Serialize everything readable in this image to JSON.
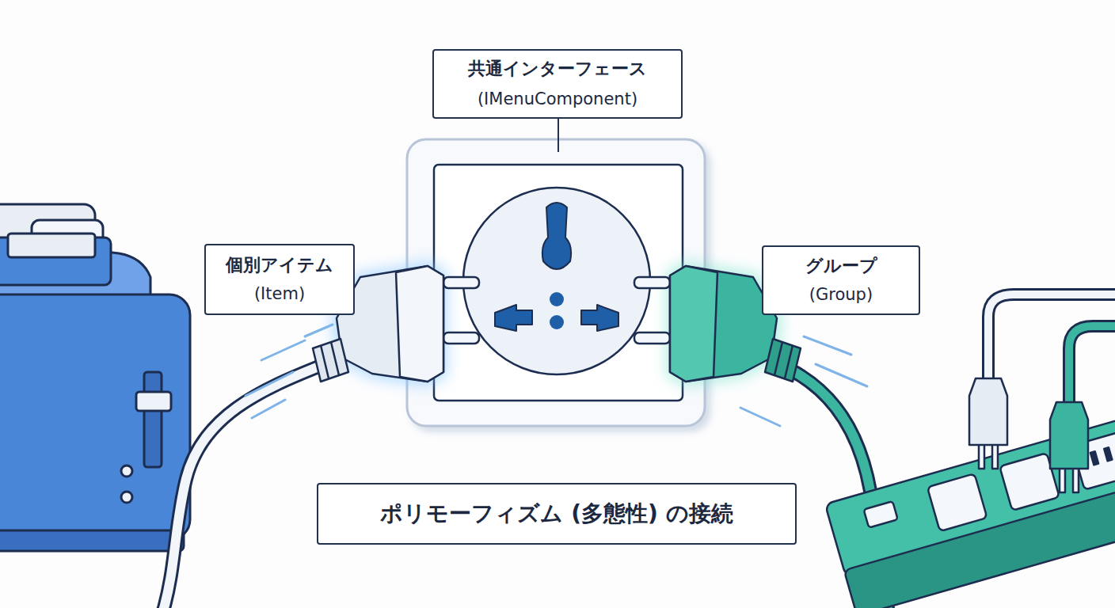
{
  "diagram": {
    "nodes": [
      {
        "text": [
          "共通インターフェース",
          "(IMenuComponent)"
        ]
      },
      {
        "text": [
          "個別アイテム",
          "(Item)"
        ]
      },
      {
        "text": [
          "グループ",
          "(Group)"
        ]
      },
      {
        "text": [
          "ポリモーフィズム (多態性) の接続"
        ]
      }
    ]
  }
}
